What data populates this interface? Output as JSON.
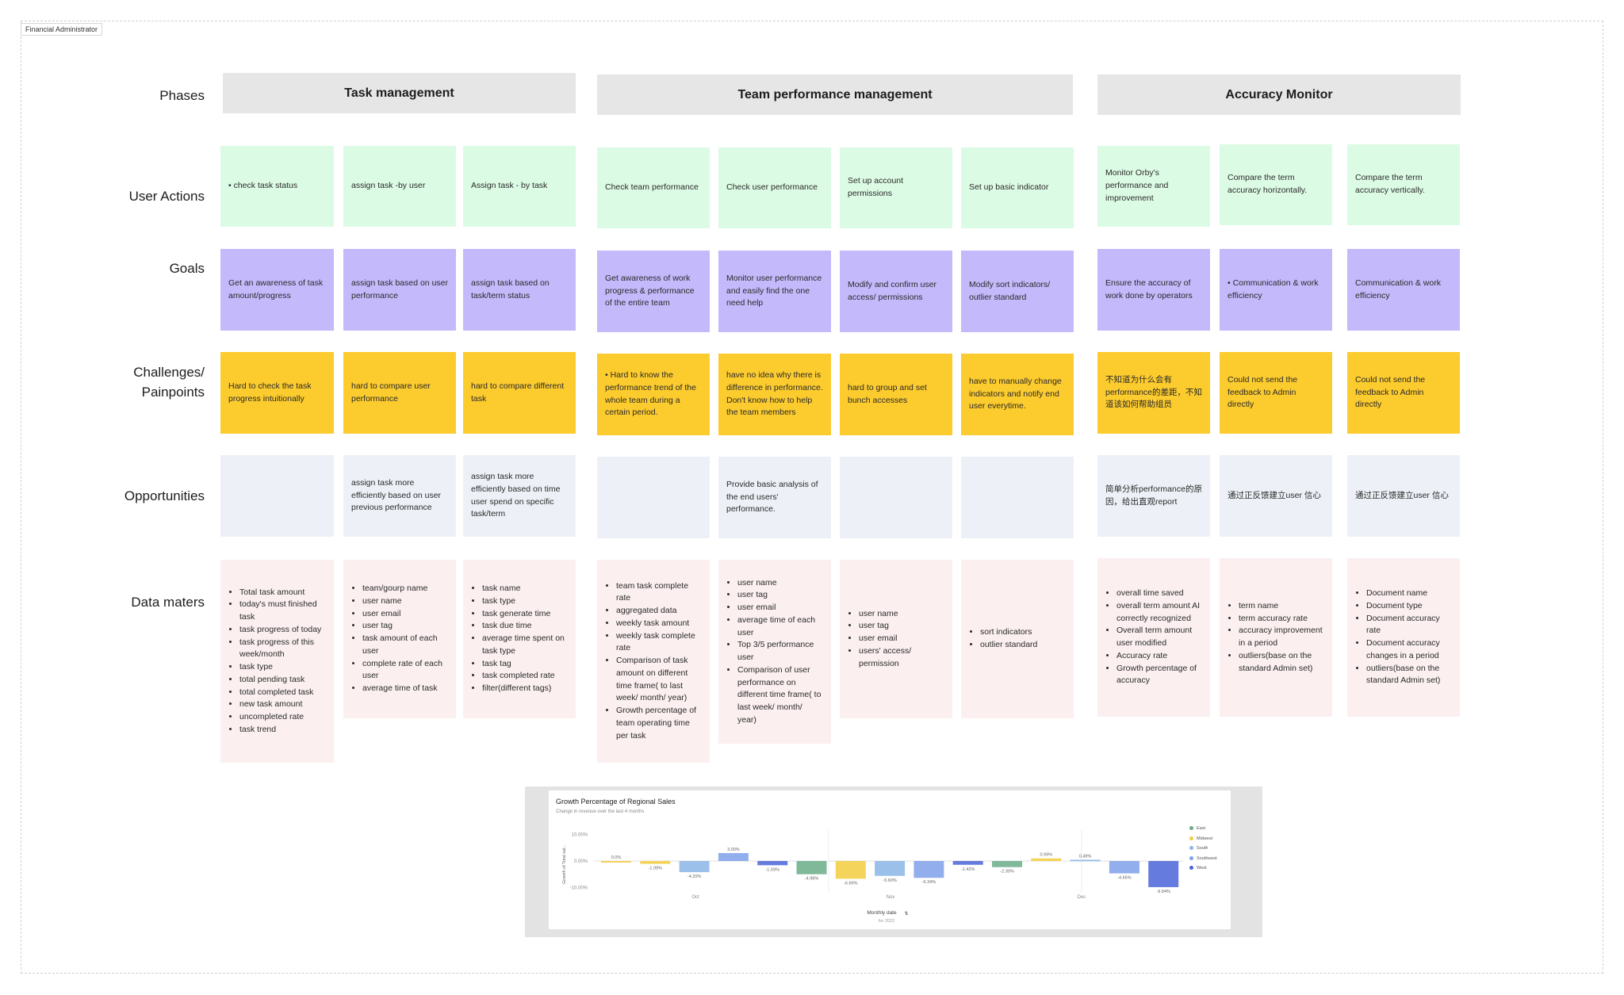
{
  "frame_label": "Financial  Administrator",
  "row_labels": [
    "Phases",
    "User Actions",
    "Goals",
    "Challenges/\nPainpoints",
    "Opportunities",
    "Data maters"
  ],
  "phases": [
    "Task management",
    "Team performance management",
    "Accuracy Monitor"
  ],
  "user_actions": [
    "• check task status",
    "assign task -by user",
    "Assign task - by task",
    "Check team performance",
    "Check user performance",
    "Set up account permissions",
    "Set up basic indicator",
    "Monitor Orby's performance and improvement",
    "Compare the term accuracy horizontally.",
    "Compare the term accuracy vertically."
  ],
  "goals": [
    "Get an awareness of task amount/progress",
    "assign task based on user performance",
    "assign task based on task/term status",
    "Get awareness of work progress & performance of the entire team",
    "Monitor user performance and easily find the one need help",
    "Modify and confirm user access/ permissions",
    "Modify sort indicators/ outlier standard",
    "Ensure the accuracy of work done by operators",
    "• Communication & work efficiency",
    "Communication & work efficiency"
  ],
  "challenges": [
    "Hard to check the task progress intuitionally",
    "hard to compare user performance",
    "hard to compare different task",
    "• Hard to know the performance trend of the whole team during a certain period.",
    "have no idea why there is difference in performance. Don't know how to help the team members",
    "hard to group and set bunch accesses",
    "have to manually change indicators  and notify end user everytime.",
    "不知道为什么会有performance的差距，不知道该如何帮助组员",
    "Could not send the feedback to Admin directly",
    "Could not send the feedback to Admin directly"
  ],
  "opportunities": [
    "",
    "assign task more efficiently based on user previous performance",
    "assign task more efficiently based on time user spend on specific task/term",
    "",
    "Provide basic analysis of the end users' performance.",
    "",
    "",
    "简单分析performance的原因，给出直观report",
    "通过正反馈建立user 信心",
    "通过正反馈建立user 信心"
  ],
  "data_maters": [
    [
      "Total task amount",
      "today's must finished task",
      "task progress of today",
      "task progress of this week/month",
      "task type",
      "total pending task",
      "total completed task",
      "new task amount",
      "uncompleted rate",
      "task trend"
    ],
    [
      "team/gourp name",
      "user name",
      "user email",
      "user tag",
      "task amount of each user",
      "complete rate of each user",
      "average time of task"
    ],
    [
      "task name",
      "task type",
      "task generate time",
      "task due time",
      "average time spent on task type",
      "task tag",
      "task completed rate",
      "filter(different tags)"
    ],
    [
      "team task complete rate",
      "aggregated data",
      "weekly task amount",
      "weekly task complete rate",
      "Comparison of task amount on different time frame( to last week/ month/ year)",
      "Growth percentage of team operating time per task"
    ],
    [
      "user name",
      "user tag",
      "user email",
      "average time of each user",
      "Top 3/5 performance user",
      "Comparison of user performance on different time frame( to last week/ month/ year)"
    ],
    [
      "user name",
      "user tag",
      "user email",
      "users' access/ permission"
    ],
    [
      "sort indicators",
      "outlier standard"
    ],
    [
      "overall time saved",
      "overall term amount AI  correctly recognized",
      "Overall term amount user modified",
      "Accuracy rate",
      "Growth percentage of accuracy"
    ],
    [
      "term name",
      "term accuracy rate",
      "accuracy improvement in a period",
      "outliers(base on the standard Admin set)"
    ],
    [
      "Document name",
      "Document type",
      "Document accuracy rate",
      "Document accuracy changes in a period",
      "outliers(base on the standard Admin set)"
    ]
  ],
  "colors": {
    "green": "#dcfbe4",
    "purple": "#c4b9fb",
    "yellow": "#fccb2e",
    "blue": "#edf1f7",
    "pink": "#fbeff0",
    "phase": "#e6e6e6"
  },
  "chart_data": {
    "type": "bar",
    "title": "Growth Percentage of Regional Sales",
    "subtitle": "Change in revenue over the last 4 months",
    "ylabel": "Growth of Total sal...",
    "xlabel": "Monthly date",
    "xlabel_note": "for 2022",
    "ylim": [
      -10,
      10
    ],
    "y_ticks": [
      "10.00%",
      "0.00%",
      "-10.00%"
    ],
    "month_labels": [
      "Oct",
      "Nov",
      "Dec"
    ],
    "legend": [
      "East",
      "Midwest",
      "South",
      "Southwest",
      "West"
    ],
    "series_colors": [
      "#6aab88",
      "#f2cd3e",
      "#8ab6e6",
      "#7fa0ea",
      "#4a64d8"
    ],
    "bars": [
      {
        "value": 0.0,
        "label": "0.0%",
        "series": 1
      },
      {
        "value": -1.09,
        "label": "-1.09%",
        "series": 1
      },
      {
        "value": -4.2,
        "label": "-4.20%",
        "series": 2
      },
      {
        "value": 3.0,
        "label": "3.00%",
        "series": 3
      },
      {
        "value": -1.59,
        "label": "-1.59%",
        "series": 4
      },
      {
        "value": -4.98,
        "label": "-4.98%",
        "series": 0
      },
      {
        "value": -6.69,
        "label": "-6.69%",
        "series": 1
      },
      {
        "value": -5.6,
        "label": "-5.60%",
        "series": 2
      },
      {
        "value": -6.34,
        "label": "-6.34%",
        "series": 3
      },
      {
        "value": -1.42,
        "label": "-1.42%",
        "series": 4
      },
      {
        "value": -2.3,
        "label": "-2.30%",
        "series": 0
      },
      {
        "value": 0.99,
        "label": "0.99%",
        "series": 1
      },
      {
        "value": 0.49,
        "label": "0.49%",
        "series": 2
      },
      {
        "value": -4.66,
        "label": "-4.66%",
        "series": 3
      },
      {
        "value": -9.84,
        "label": "-9.84%",
        "series": 4
      }
    ]
  }
}
